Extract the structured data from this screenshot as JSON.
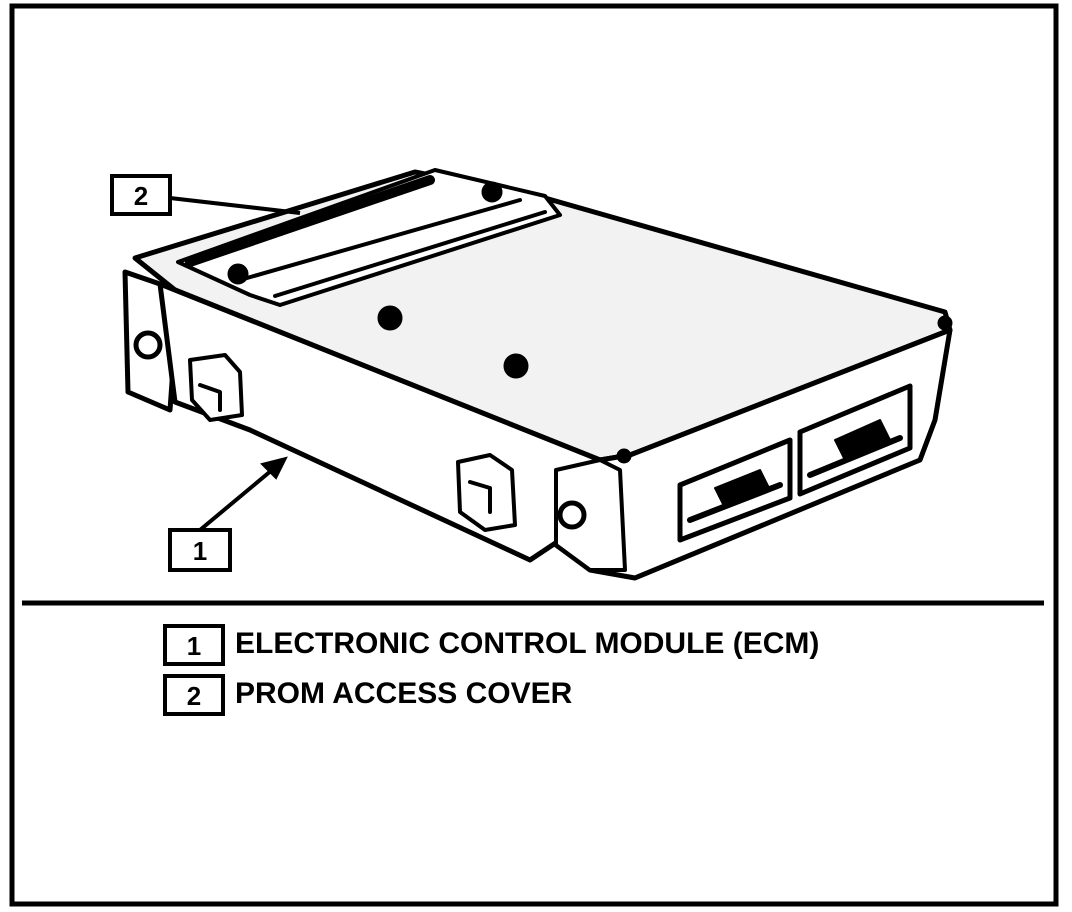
{
  "callouts": [
    {
      "number": "1",
      "label": "ELECTRONIC CONTROL MODULE (ECM)"
    },
    {
      "number": "2",
      "label": "PROM ACCESS COVER"
    }
  ]
}
